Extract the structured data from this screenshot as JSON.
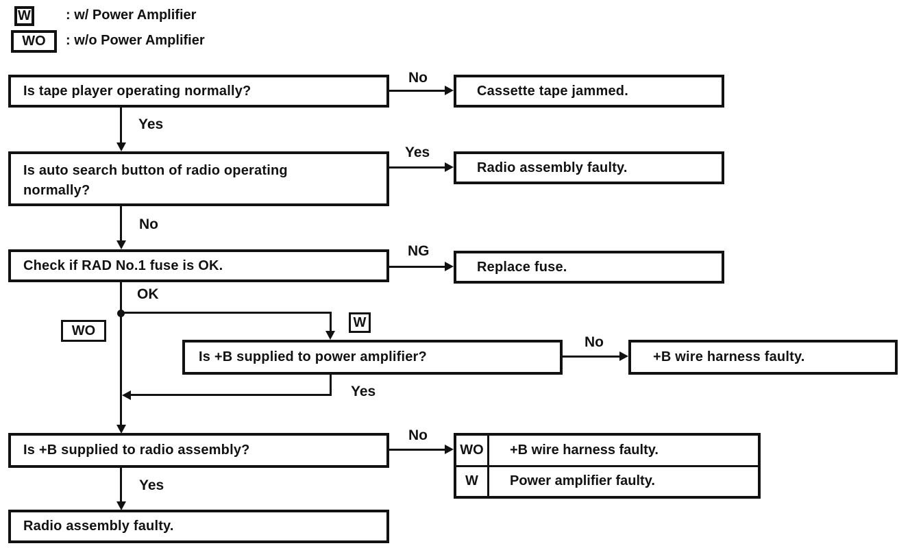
{
  "legend": {
    "w_symbol": "W",
    "w_label": ": w/ Power Amplifier",
    "wo_symbol": "WO",
    "wo_label": ": w/o Power Amplifier"
  },
  "nodes": {
    "q_tape": "Is tape player operating normally?",
    "r_cassette": "Cassette tape jammed.",
    "q_auto_search": "Is auto search button of radio operating normally?",
    "r_radio_faulty": "Radio assembly faulty.",
    "q_fuse": "Check if RAD No.1 fuse is OK.",
    "r_replace_fuse": "Replace fuse.",
    "q_b_power_amp": "Is +B supplied to power amplifier?",
    "r_b_harness": "+B wire harness faulty.",
    "q_b_radio": "Is +B supplied to radio assembly?",
    "final_radio_faulty": "Radio assembly faulty."
  },
  "edge_labels": {
    "no_tape": "No",
    "yes_tape": "Yes",
    "yes_auto_search": "Yes",
    "no_auto_search": "No",
    "ng_fuse": "NG",
    "ok_fuse": "OK",
    "wo_branch": "WO",
    "w_branch": "W",
    "no_power_amp": "No",
    "yes_power_amp": "Yes",
    "no_b_radio": "No",
    "yes_b_radio": "Yes"
  },
  "result_table": {
    "rows": [
      {
        "key": "WO",
        "value": "+B wire harness faulty."
      },
      {
        "key": "W",
        "value": "Power amplifier faulty."
      }
    ]
  },
  "colors": {
    "ink": "#121212",
    "paper": "#ffffff"
  }
}
